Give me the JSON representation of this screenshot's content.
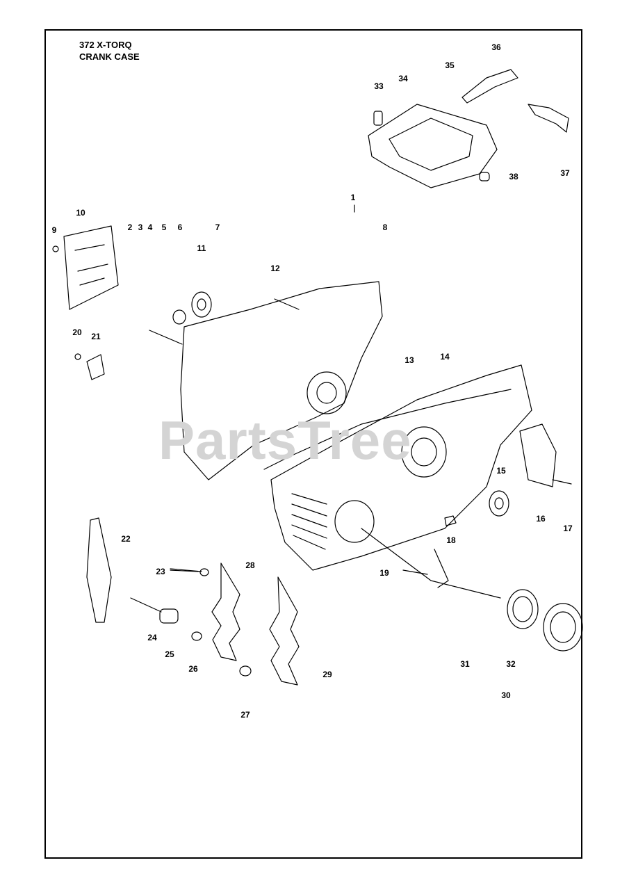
{
  "title": {
    "model": "372 X-TORQ",
    "section": "CRANK CASE"
  },
  "watermark": "PartsTree",
  "callouts": [
    "1",
    "2",
    "3",
    "4",
    "5",
    "6",
    "7",
    "8",
    "9",
    "10",
    "11",
    "12",
    "13",
    "14",
    "15",
    "16",
    "17",
    "18",
    "19",
    "20",
    "21",
    "22",
    "23",
    "24",
    "25",
    "26",
    "27",
    "28",
    "29",
    "30",
    "31",
    "32",
    "33",
    "34",
    "35",
    "36",
    "37",
    "38"
  ],
  "colors": {
    "line": "#000000",
    "watermark": "#d4d4d4"
  }
}
